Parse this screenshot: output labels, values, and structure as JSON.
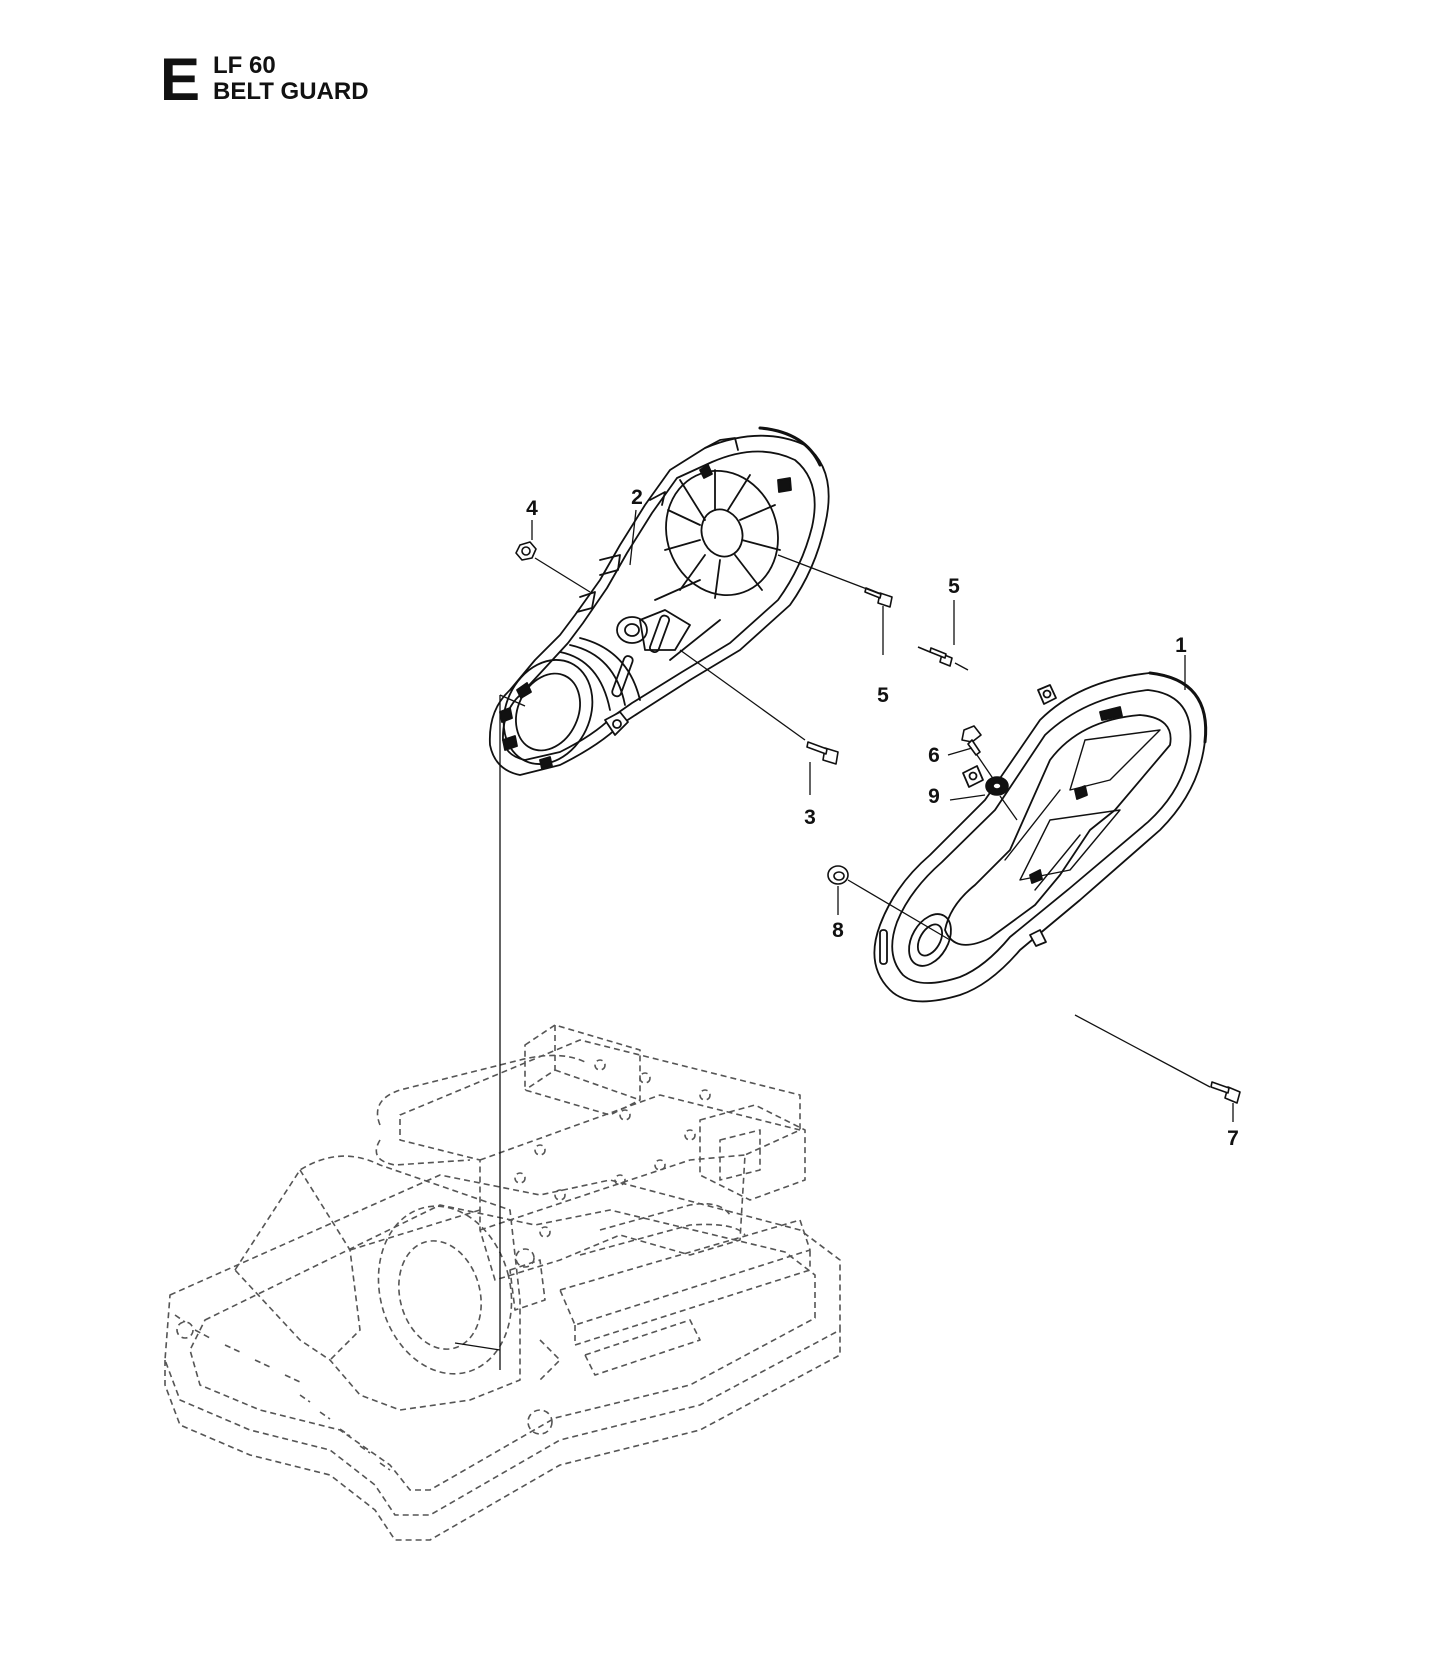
{
  "header": {
    "section_letter": "E",
    "model": "LF 60",
    "title": "BELT GUARD"
  },
  "callouts": [
    {
      "id": "c1",
      "label": "1"
    },
    {
      "id": "c2",
      "label": "2"
    },
    {
      "id": "c3",
      "label": "3"
    },
    {
      "id": "c4",
      "label": "4"
    },
    {
      "id": "c5a",
      "label": "5"
    },
    {
      "id": "c5b",
      "label": "5"
    },
    {
      "id": "c6",
      "label": "6"
    },
    {
      "id": "c7",
      "label": "7"
    },
    {
      "id": "c8",
      "label": "8"
    },
    {
      "id": "c9",
      "label": "9"
    }
  ]
}
